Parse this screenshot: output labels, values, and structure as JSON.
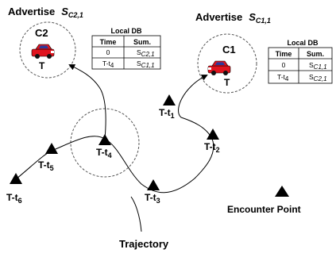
{
  "advertise_c2": {
    "word": "Advertise",
    "sym": "S",
    "sub": "C2,1"
  },
  "advertise_c1": {
    "word": "Advertise",
    "sym": "S",
    "sub": "C1,1"
  },
  "c2_zone": {
    "label": "C2",
    "car_label": "T"
  },
  "c1_zone": {
    "label": "C1",
    "car_label": "T"
  },
  "table_c2": {
    "title": "Local DB",
    "headers": [
      "Time",
      "Sum."
    ],
    "rows": [
      {
        "time": "0",
        "time_sub": "",
        "sum": "S",
        "sum_sub": "C2,1"
      },
      {
        "time": "T-t",
        "time_sub": "4",
        "sum": "S",
        "sum_sub": "C1,1"
      }
    ]
  },
  "table_c1": {
    "title": "Local DB",
    "headers": [
      "Time",
      "Sum."
    ],
    "rows": [
      {
        "time": "0",
        "time_sub": "",
        "sum": "S",
        "sum_sub": "C1,1"
      },
      {
        "time": "T-t",
        "time_sub": "4",
        "sum": "S",
        "sum_sub": "C2,1"
      }
    ]
  },
  "points": [
    {
      "base": "T-t",
      "sub": "1"
    },
    {
      "base": "T-t",
      "sub": "2"
    },
    {
      "base": "T-t",
      "sub": "3"
    },
    {
      "base": "T-t",
      "sub": "4"
    },
    {
      "base": "T-t",
      "sub": "5"
    },
    {
      "base": "T-t",
      "sub": "6"
    }
  ],
  "legend": {
    "label": "Encounter Point"
  },
  "trajectory": {
    "label": "Trajectory"
  },
  "colors": {
    "car_body": "#e0141e",
    "car_window": "#2b3a9a",
    "circle": "#555555"
  }
}
